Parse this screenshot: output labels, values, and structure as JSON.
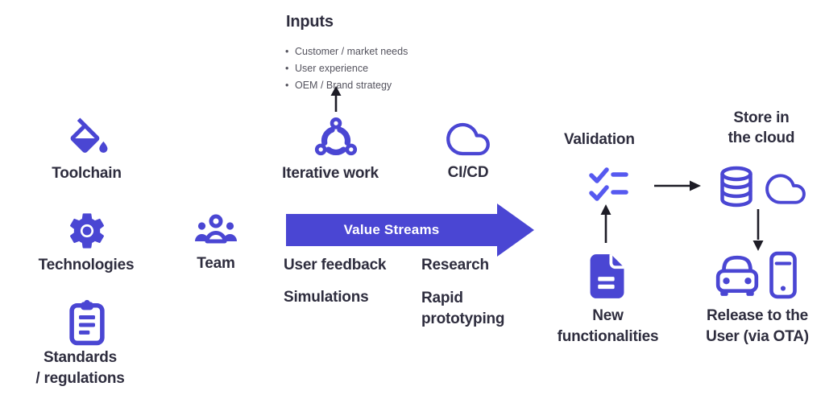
{
  "colors": {
    "accent": "#4a46d3",
    "accent_bright": "#5659f0",
    "arrow_black": "#1d1c26",
    "text_dark": "#2e2d3e",
    "text_gray": "#54535e",
    "background": "#ffffff"
  },
  "inputs": {
    "title": "Inputs",
    "items": [
      "Customer / market needs",
      "User experience",
      "OEM / Brand strategy"
    ]
  },
  "left_column": {
    "toolchain": "Toolchain",
    "technologies": "Technologies",
    "standards": "Standards\n/ regulations"
  },
  "pipeline": {
    "team": "Team",
    "iterative_work": "Iterative work",
    "cicd": "CI/CD",
    "value_streams": "Value Streams",
    "activities": [
      "User feedback",
      "Research",
      "Simulations",
      "Rapid\nprototyping"
    ]
  },
  "flow": {
    "validation": "Validation",
    "new_functionalities": "New\nfunctionalities",
    "store": "Store in\nthe cloud",
    "release": "Release to the\nUser (via OTA)"
  },
  "icons": {
    "toolchain": "paint-bucket-icon",
    "technologies": "gear-icon",
    "standards": "clipboard-icon",
    "team": "team-icon",
    "iterative_work": "cycle-icon",
    "cicd": "cloud-icon",
    "validation": "checklist-icon",
    "new_functionalities": "document-icon",
    "store": [
      "database-icon",
      "cloud-icon"
    ],
    "release": [
      "car-icon",
      "smartphone-icon"
    ]
  }
}
